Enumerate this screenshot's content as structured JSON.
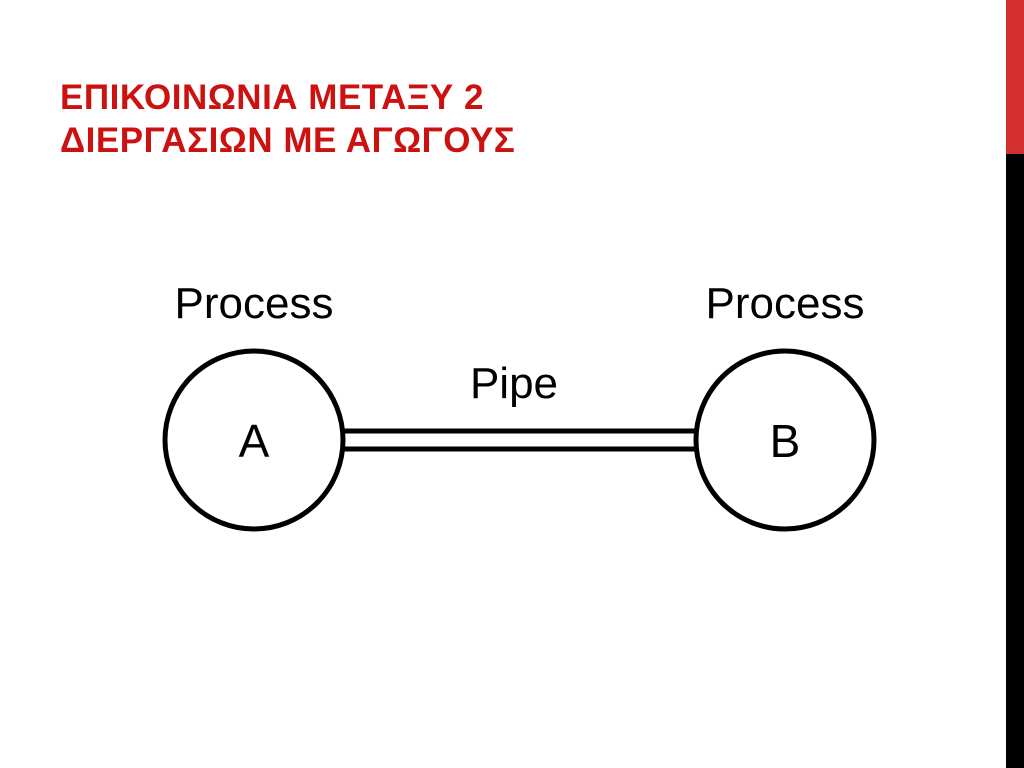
{
  "slide": {
    "title_line1": "ΕΠΙΚΟΙΝΩΝΙΑ ΜΕΤΑΞΥ 2",
    "title_line2": "ΔΙΕΡΓΑΣΙΩΝ ΜΕ ΑΓΩΓΟΥΣ",
    "title_color": "#cc1111"
  },
  "side_band": {
    "top_color": "#d32f2f",
    "bottom_color": "#000000"
  },
  "diagram": {
    "left_node": {
      "label": "Process",
      "letter": "A"
    },
    "right_node": {
      "label": "Process",
      "letter": "B"
    },
    "pipe_label": "Pipe"
  }
}
